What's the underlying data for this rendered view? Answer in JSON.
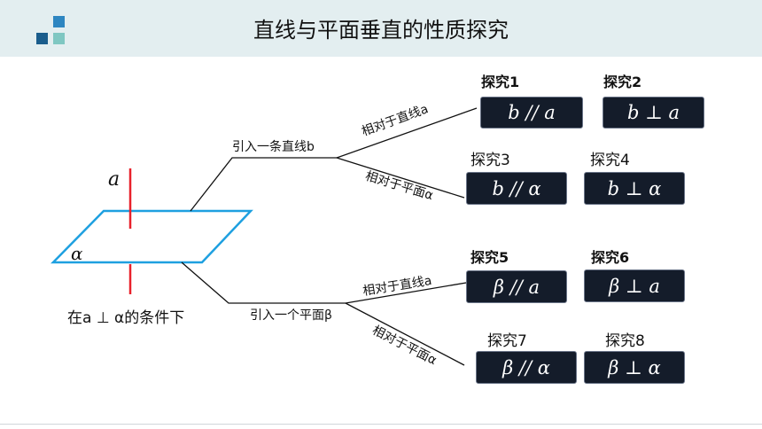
{
  "header": {
    "title": "直线与平面垂直的性质探究",
    "logo_colors": [
      "#2e86c1",
      "#1a5d8c",
      "#7fc7c2"
    ]
  },
  "diagram": {
    "line_label": "a",
    "plane_label": "α",
    "condition": "在a ⊥ α的条件下",
    "upper_branch": "引入一条直线b",
    "lower_branch": "引入一个平面β",
    "rel_line_1": "相对于直线a",
    "rel_plane_1": "相对于平面α",
    "rel_line_2": "相对于直线a",
    "rel_plane_2": "相对于平面α"
  },
  "explorations": [
    {
      "label": "探究1",
      "formula": "b // a"
    },
    {
      "label": "探究2",
      "formula": "b ⊥ a"
    },
    {
      "label": "探究3",
      "formula": "b // α"
    },
    {
      "label": "探究4",
      "formula": "b ⊥ α"
    },
    {
      "label": "探究5",
      "formula": "β // a"
    },
    {
      "label": "探究6",
      "formula": "β ⊥ a"
    },
    {
      "label": "探究7",
      "formula": "β // α"
    },
    {
      "label": "探究8",
      "formula": "β ⊥ α"
    }
  ],
  "colors": {
    "red_line": "#e8212b",
    "plane": "#1ea0e0",
    "box_bg": "#141c2a"
  }
}
